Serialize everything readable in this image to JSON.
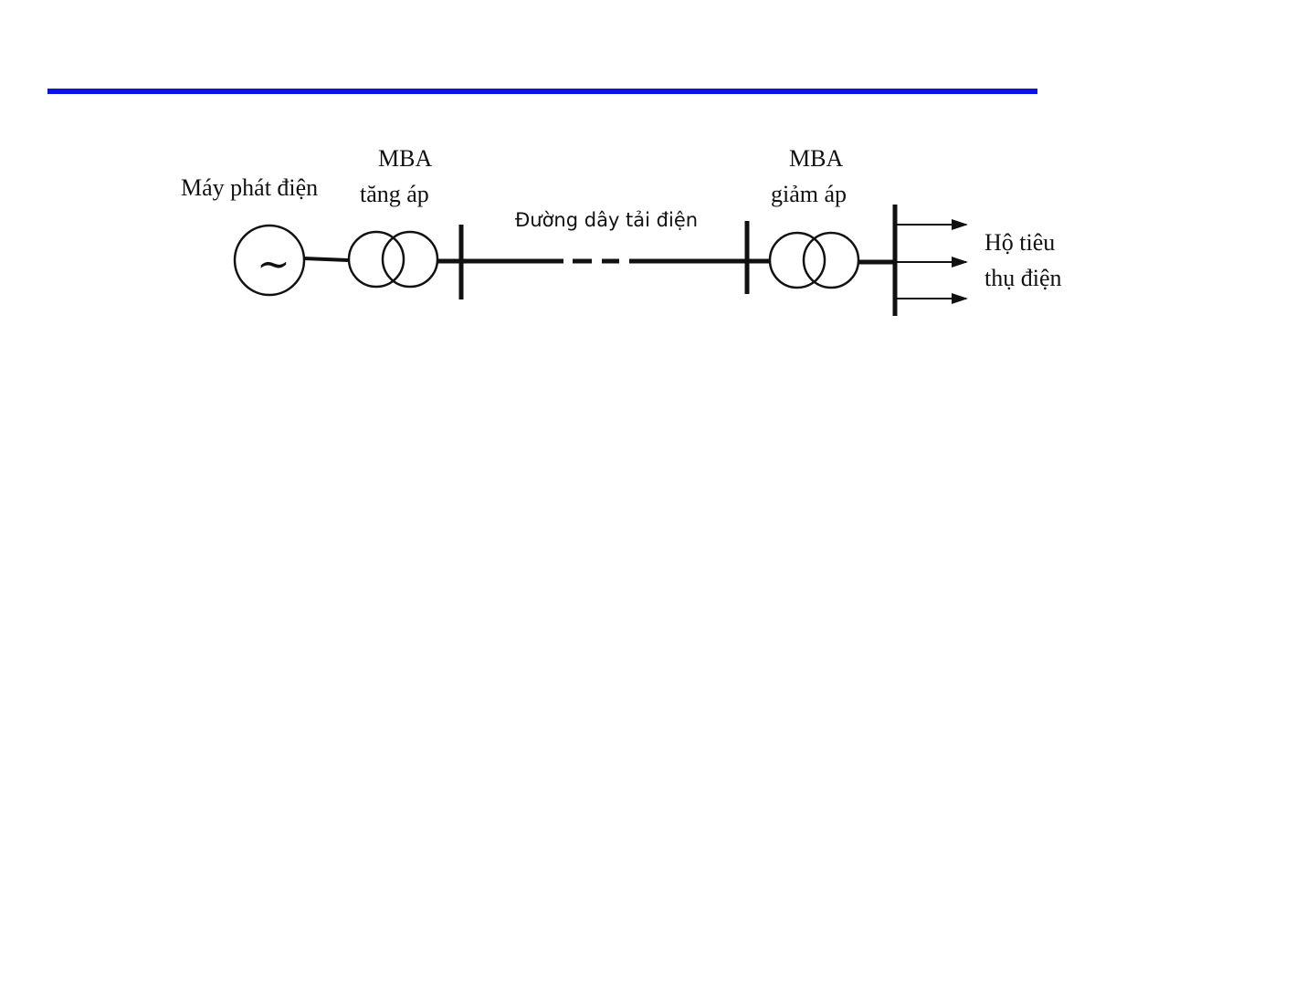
{
  "colors": {
    "accent_rule": "#0a14e6",
    "ink": "#111111"
  },
  "labels": {
    "generator": "Máy phát điện",
    "stepup_top": "MBA",
    "stepup_bottom": "tăng áp",
    "line": "Đường dây tải điện",
    "stepdown_top": "MBA",
    "stepdown_bottom": "giảm áp",
    "load_top": "Hộ tiêu",
    "load_bottom": "thụ  điện",
    "generator_symbol": "~"
  },
  "icons": {
    "generator": "ac-generator-icon",
    "transformer": "transformer-icon",
    "load_arrow": "arrow-right-icon"
  }
}
